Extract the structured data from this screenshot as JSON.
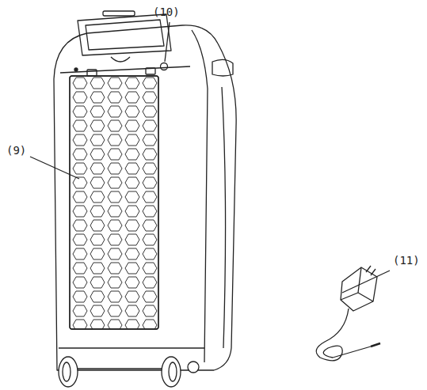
{
  "diagram": {
    "labels": [
      "(10)",
      "(9)",
      "(11)"
    ]
  }
}
